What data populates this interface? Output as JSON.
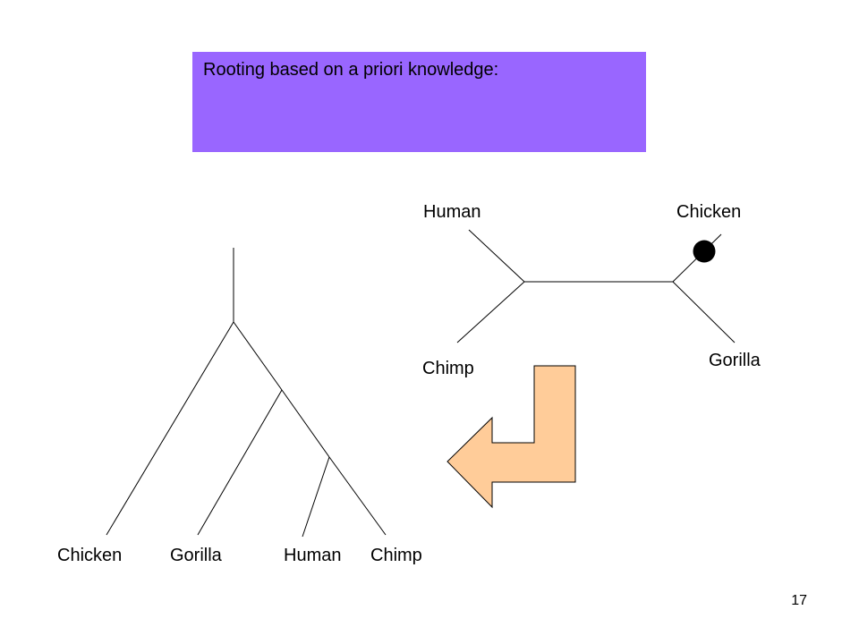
{
  "slide": {
    "title": "Rooting based on a priori knowledge:",
    "page_number": "17"
  },
  "unrooted_tree": {
    "labels": {
      "human": "Human",
      "chicken": "Chicken",
      "chimp": "Chimp",
      "gorilla": "Gorilla"
    },
    "root_marker": "on Chicken branch"
  },
  "rooted_tree": {
    "leaves": [
      "Chicken",
      "Gorilla",
      "Human",
      "Chimp"
    ]
  },
  "colors": {
    "title_background": "#9966ff",
    "arrow_fill": "#ffcc99",
    "line": "#000000"
  },
  "icons": {
    "arrow": "bent-arrow-icon",
    "root": "filled-circle-root-marker"
  }
}
